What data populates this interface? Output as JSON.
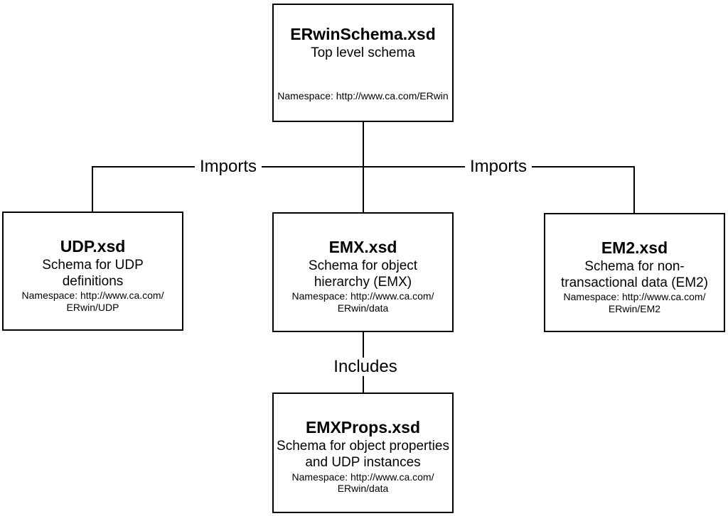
{
  "diagram": {
    "colors": {
      "background": "#ffffff",
      "line": "#000000",
      "text": "#000000"
    },
    "edge_labels": {
      "imports_left": "Imports",
      "imports_right": "Imports",
      "includes": "Includes"
    },
    "nodes": [
      {
        "title": "ERwinSchema.xsd",
        "description_lines": [
          "Top level schema"
        ],
        "namespace_lines": [
          "Namespace: http://www.ca.com/ERwin"
        ]
      },
      {
        "title": "UDP.xsd",
        "description_lines": [
          "Schema for UDP",
          "definitions"
        ],
        "namespace_lines": [
          "Namespace: http://www.ca.com/",
          "ERwin/UDP"
        ]
      },
      {
        "title": "EMX.xsd",
        "description_lines": [
          "Schema for object",
          "hierarchy (EMX)"
        ],
        "namespace_lines": [
          "Namespace: http://www.ca.com/",
          "ERwin/data"
        ]
      },
      {
        "title": "EM2.xsd",
        "description_lines": [
          "Schema for non-",
          "transactional data (EM2)"
        ],
        "namespace_lines": [
          "Namespace: http://www.ca.com/",
          "ERwin/EM2"
        ]
      },
      {
        "title": "EMXProps.xsd",
        "description_lines": [
          "Schema for object properties",
          "and UDP instances"
        ],
        "namespace_lines": [
          "Namespace: http://www.ca.com/",
          "ERwin/data"
        ]
      }
    ]
  }
}
